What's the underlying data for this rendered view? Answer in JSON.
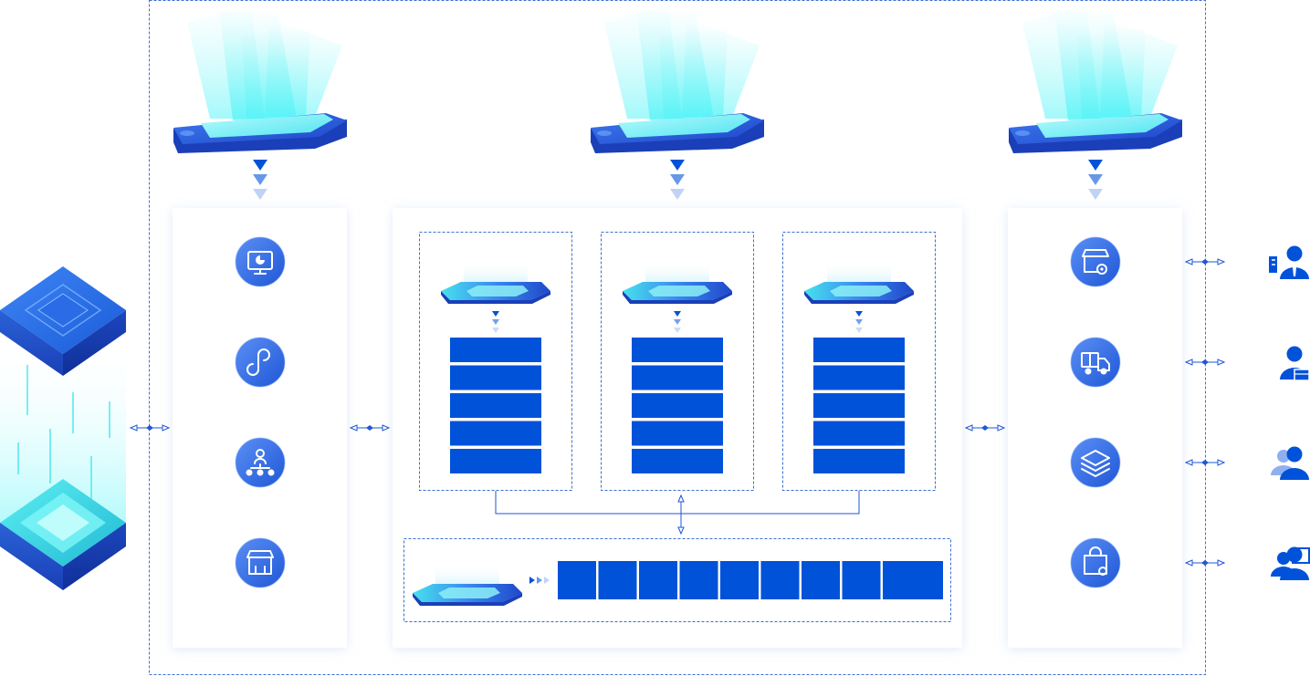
{
  "colors": {
    "primary": "#0052D9",
    "primary_light": "#3D7BF0",
    "cyan_glow": "#4FF3F7",
    "panel_bg": "#FFFFFF",
    "panel_shadow": "#DDE6F6",
    "dashed_border": "#3A6FD1"
  },
  "devices": {
    "count": 3,
    "type": "phone-with-hologram"
  },
  "left_panel": {
    "icons": [
      "dashboard-icon",
      "mini-program-icon",
      "organization-icon",
      "store-icon"
    ]
  },
  "right_panel": {
    "icons": [
      "storefront-settings-icon",
      "delivery-truck-icon",
      "layers-icon",
      "shopping-bag-icon"
    ]
  },
  "users": {
    "icons": [
      "manager-user-icon",
      "staff-user-icon",
      "group-user-icon",
      "presenter-user-icon"
    ]
  },
  "center": {
    "columns": 3,
    "blocks_per_column": 5,
    "bottom_row_cells": 9
  },
  "left_server": {
    "type": "stacked-server-nodes"
  }
}
